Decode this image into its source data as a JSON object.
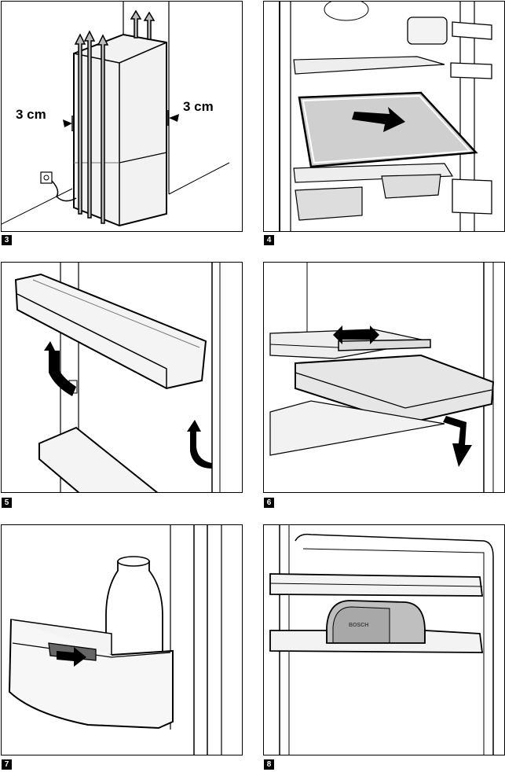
{
  "figures": [
    {
      "number": "3",
      "caption_icon": "installation-clearance-illustration",
      "left_clearance": "3 cm",
      "right_clearance": "3 cm"
    },
    {
      "number": "4",
      "caption_icon": "glass-shelf-removal-illustration"
    },
    {
      "number": "5",
      "caption_icon": "door-shelf-removal-illustration"
    },
    {
      "number": "6",
      "caption_icon": "drawer-removal-illustration"
    },
    {
      "number": "7",
      "caption_icon": "bottle-holder-illustration"
    },
    {
      "number": "8",
      "caption_icon": "butter-compartment-illustration",
      "brand_text": "BOSCH"
    }
  ]
}
